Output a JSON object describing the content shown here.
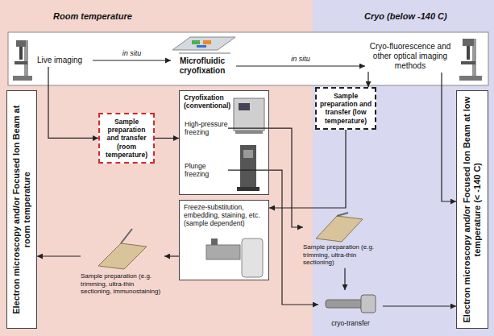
{
  "diagram": {
    "nodes": [
      {
        "text": [
          "Live imaging"
        ]
      },
      {
        "text": [
          "Microfluidic cryofixation"
        ]
      },
      {
        "text": [
          "Cryo-fluorescence and other optical imaging methods"
        ]
      },
      {
        "text": [
          "Electron microscopy and/or Focused Ion Beam at room temperature"
        ]
      },
      {
        "text": [
          "Sample preparation and transfer (room temperature)"
        ]
      },
      {
        "text": [
          "Cryofixation (conventional)"
        ]
      },
      {
        "text": [
          "High-pressure freezing"
        ],
        "in": 5
      },
      {
        "text": [
          "Plunge freezing"
        ],
        "in": 5
      },
      {
        "text": [
          "Sample preparation and transfer (low temperature)"
        ]
      },
      {
        "text": [
          "Electron microscopy and/or Focused Ion Beam at low temperature (< -140 C)"
        ]
      },
      {
        "text": [
          "Freeze-substitution, embedding, staining, etc. (sample dependent)"
        ]
      },
      {
        "text": [
          "Sample preparation (e.g. trimming, ultra-thin sectioning, immunostaining)"
        ]
      },
      {
        "text": [
          "Sample preparation (e.g. trimming, ultra-thin sectioning)"
        ]
      },
      {
        "text": [
          "cryo-transfer"
        ]
      }
    ],
    "edges": [
      {
        "from": 0,
        "to": 1,
        "label": "in situ",
        "arrow": "to"
      },
      {
        "from": 1,
        "to": 2,
        "label": "in situ",
        "arrow": "to"
      },
      {
        "from": 0,
        "to": 4,
        "arrow": "to"
      },
      {
        "from": 4,
        "to": 5,
        "arrow": "to"
      },
      {
        "from": 2,
        "to": 8,
        "arrow": "to"
      },
      {
        "from": 6,
        "to": 12,
        "arrow": "to"
      },
      {
        "from": 8,
        "to": 10,
        "arrow": "to"
      },
      {
        "from": 7,
        "to": 13,
        "arrow": "to"
      },
      {
        "from": 10,
        "to": 11,
        "arrow": "to"
      },
      {
        "from": 11,
        "to": 3,
        "arrow": "to"
      },
      {
        "from": 12,
        "to": 13,
        "arrow": "to"
      },
      {
        "from": 13,
        "to": 9,
        "arrow": "to"
      },
      {
        "from": 2,
        "to": 9,
        "arrow": "to"
      }
    ],
    "labels": [
      "Room temperature",
      "Cryo (below -140 C)"
    ]
  }
}
